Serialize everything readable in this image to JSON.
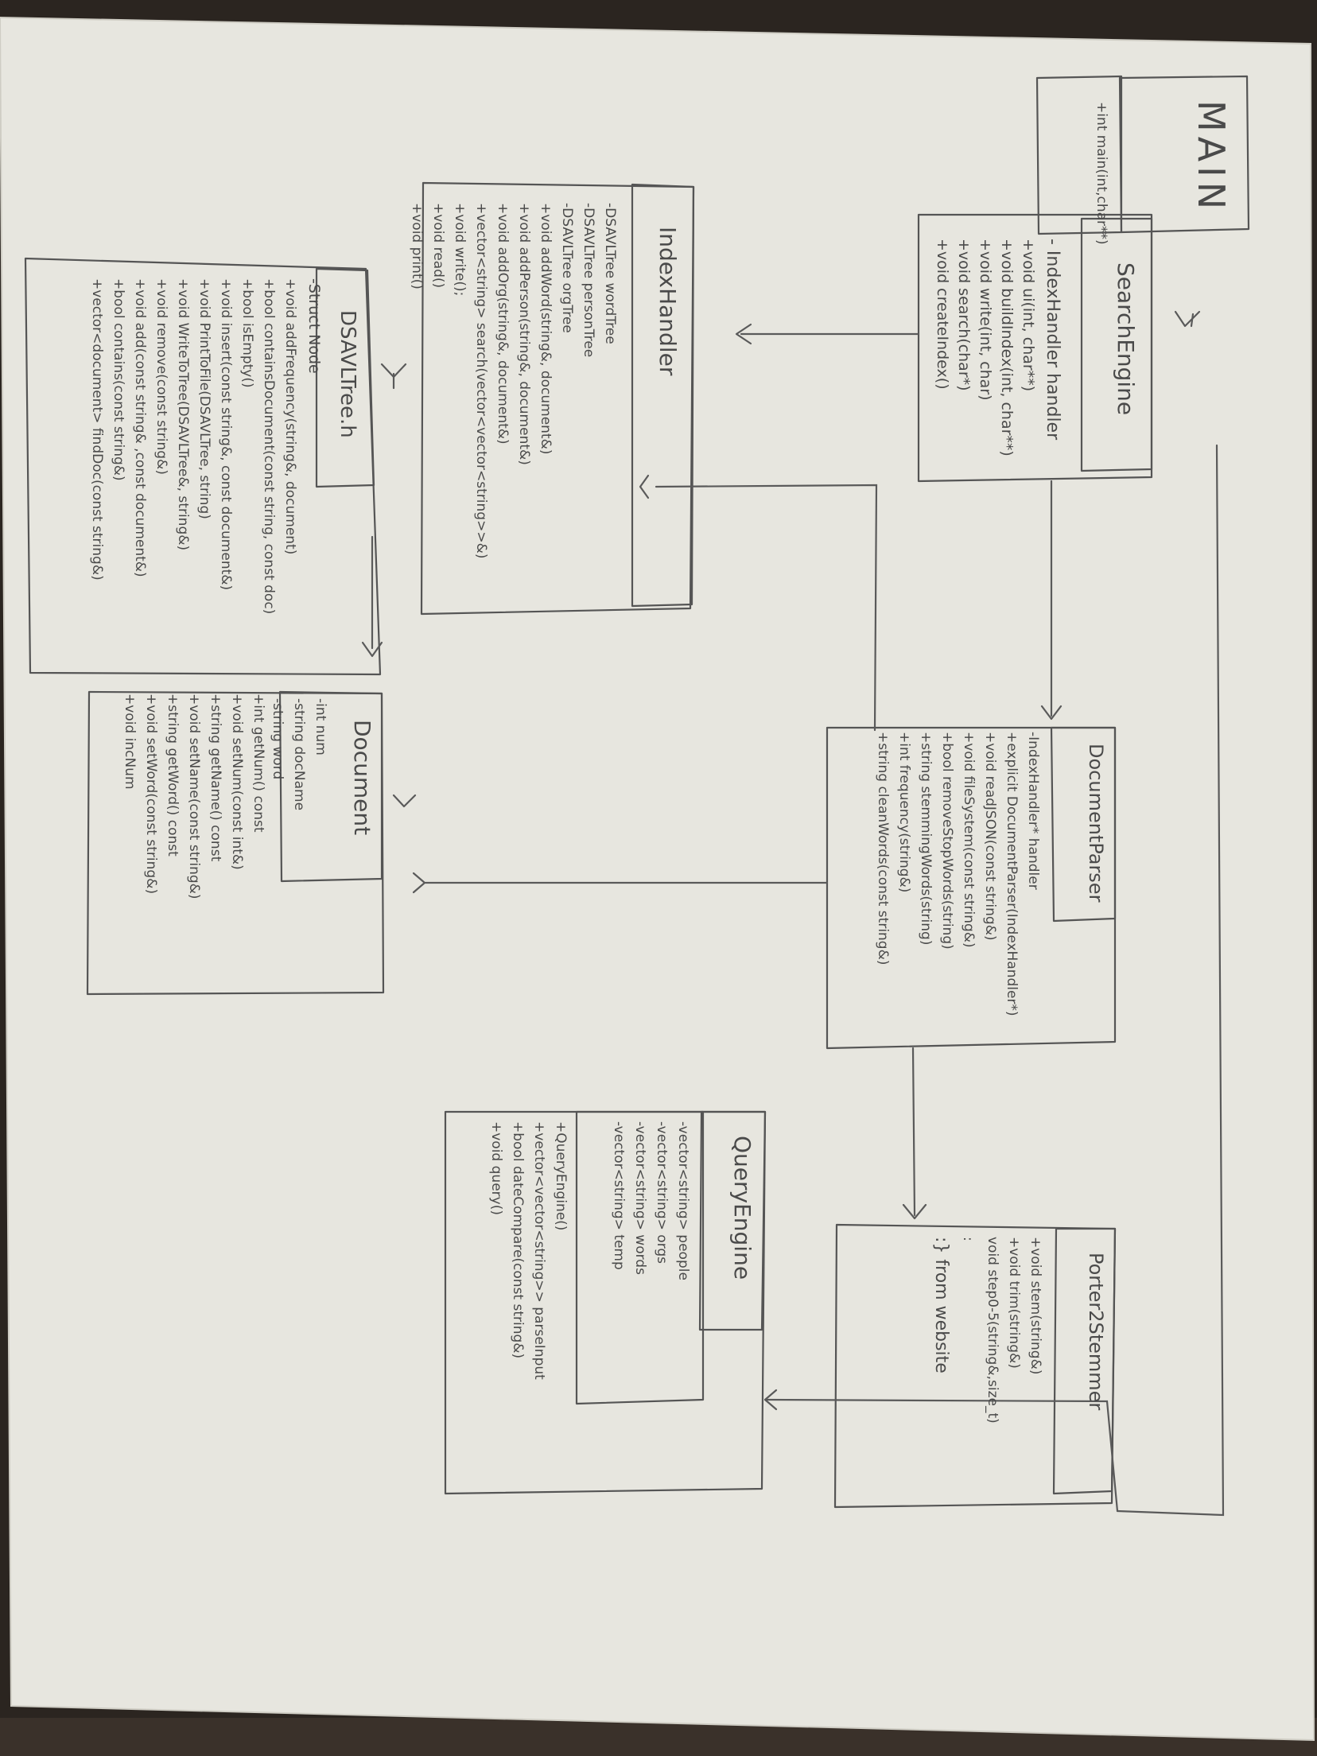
{
  "main": {
    "title": "MAIN",
    "members": [
      "+int main(int,char**)"
    ]
  },
  "search_engine": {
    "title": "SearchEngine",
    "members": [
      "- IndexHandler handler",
      "+void ui(int, char**)",
      "+void buildIndex(int, char**)",
      "+void write(int, char)",
      "+void search(char*)",
      "+void createIndex()"
    ]
  },
  "index_handler": {
    "title": "IndexHandler",
    "members": [
      "-DSAVLTree wordTree",
      "-DSAVLTree personTree",
      "-DSAVLTree orgTree",
      "+void addWord(string&, document&)",
      "+void addPerson(string&, document&)",
      "+void addOrg(string&, document&)",
      "+vector<string> search(vector<vector<string>>&)",
      "+void write();",
      "+void read()",
      "+void print()"
    ]
  },
  "dsavltree": {
    "title": "DSAVLTree.h",
    "members": [
      "-Struct Node",
      "+void addFrequency(string&, document)",
      "+bool containsDocument(const string, const doc)",
      "+bool isEmpty()",
      "+void insert(const string&, const document&)",
      "+void PrintToFile(DSAVLTree, string)",
      "+void WriteToTree(DSAVLTree&, string&)",
      "+void remove(const string&)",
      "+void add(const string& ,const document&)",
      "+bool contains(const string&)",
      "+vector<document> findDoc(const string&)"
    ]
  },
  "document": {
    "title": "Document",
    "members": [
      "-int num",
      "-string docName",
      "-string word",
      "+int getNum() const",
      "+void setNum(const int&)",
      "+string getName() const",
      "+void setName(const string&)",
      "+string getWord() const",
      "+void setWord(const string&)",
      "+void incNum"
    ]
  },
  "document_parser": {
    "title": "DocumentParser",
    "members": [
      "-IndexHandler* handler",
      "+explicit DocumentParser(IndexHandler*)",
      "+void readJSON(const string&)",
      "+void fileSystem(const string&)",
      "+bool removeStopWords(string)",
      "+string stemmingWords(string)",
      "+int frequency(string&)",
      "+string cleanWords(const string&)"
    ]
  },
  "porter2_stemmer": {
    "title": "Porter2Stemmer",
    "members": [
      "+void stem(string&)",
      "+void trim(string&)",
      "void step0-5(string&,size_t)",
      ":",
      ":} from website"
    ]
  },
  "query_engine": {
    "title": "QueryEngine",
    "members": [
      "-vector<string> people",
      "-vector<string> orgs",
      "-vector<string> words",
      "-vector<string> temp",
      "+QueryEngine()",
      "+vector<vector<string>> parseInput",
      "+bool dateCompare(const string&)",
      "+void query()"
    ]
  }
}
